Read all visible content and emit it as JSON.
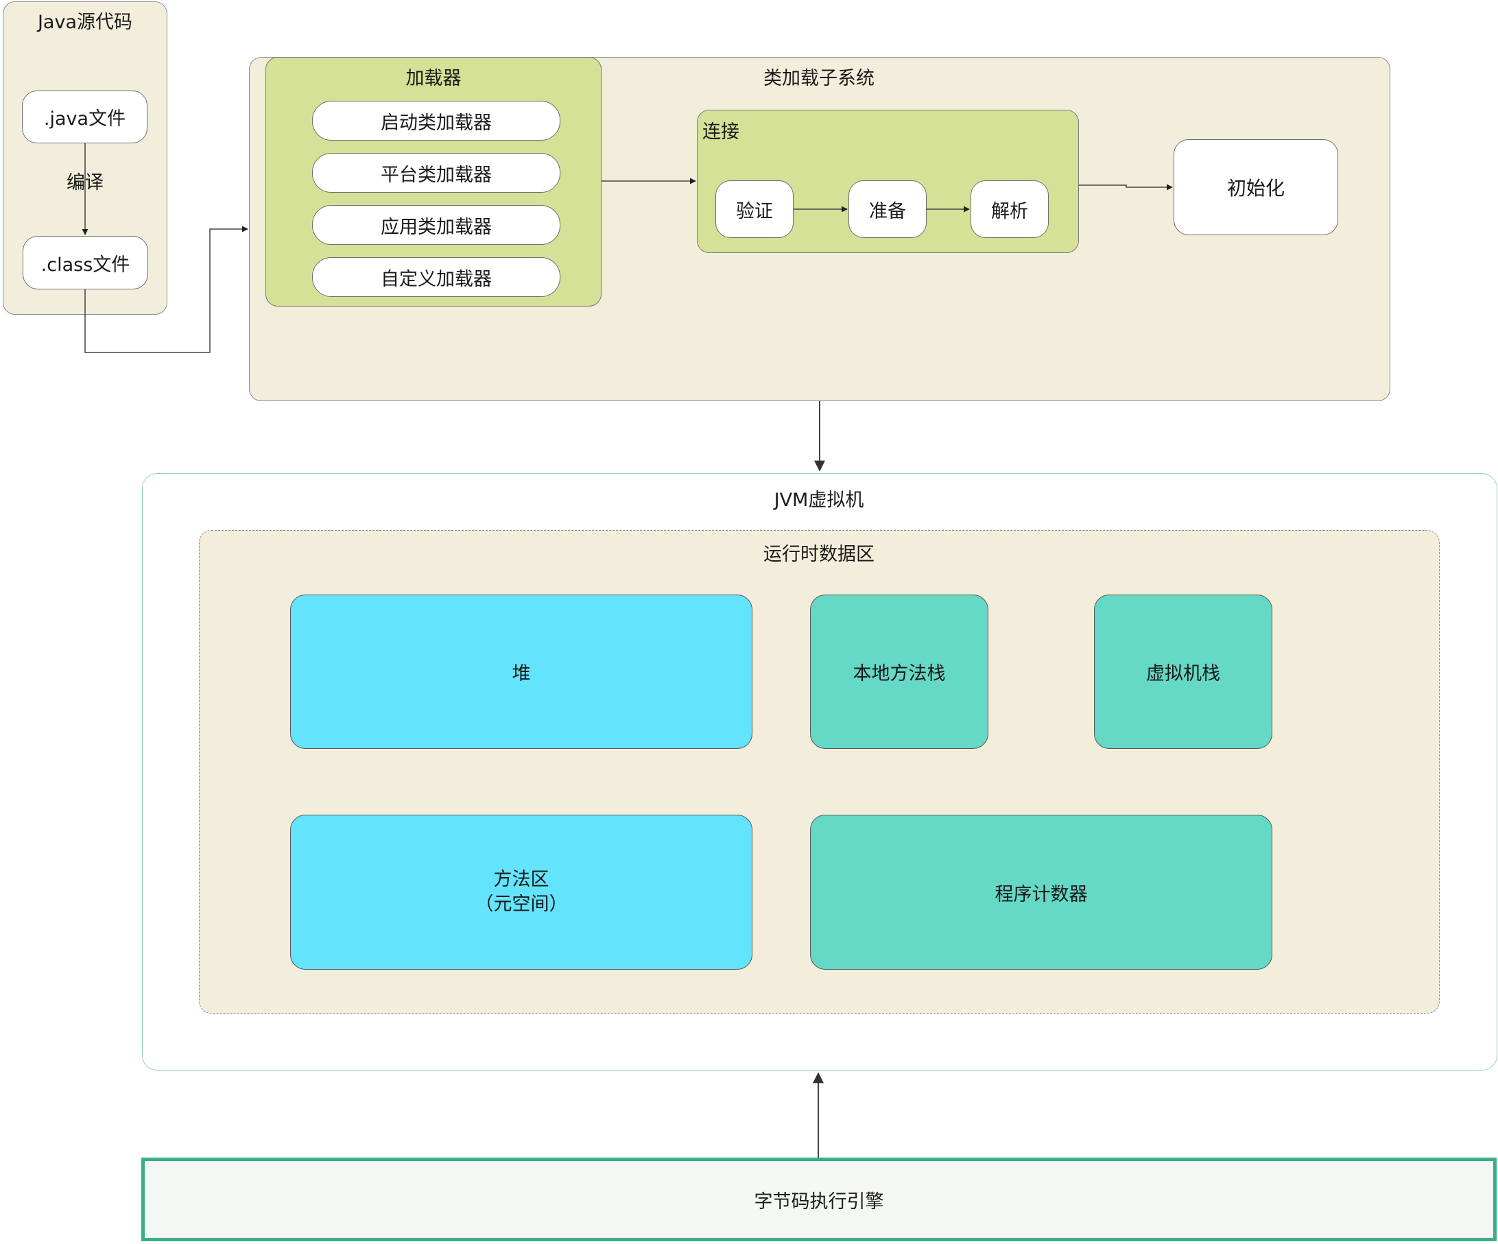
{
  "source": {
    "title": "Java源代码",
    "java_file": ".java文件",
    "compile": "编译",
    "class_file": ".class文件"
  },
  "class_loader_subsystem": {
    "title": "类加载子系统",
    "loaders": {
      "title": "加载器",
      "items": [
        "启动类加载器",
        "平台类加载器",
        "应用类加载器",
        "自定义加载器"
      ]
    },
    "linking": {
      "title": "连接",
      "steps": [
        "验证",
        "准备",
        "解析"
      ]
    },
    "init": "初始化"
  },
  "jvm": {
    "title": "JVM虚拟机",
    "runtime": {
      "title": "运行时数据区",
      "heap": "堆",
      "native_stack": "本地方法栈",
      "vm_stack": "虚拟机栈",
      "method_area": "方法区",
      "method_area_sub": "（元空间）",
      "pc": "程序计数器"
    }
  },
  "engine": "字节码执行引擎"
}
